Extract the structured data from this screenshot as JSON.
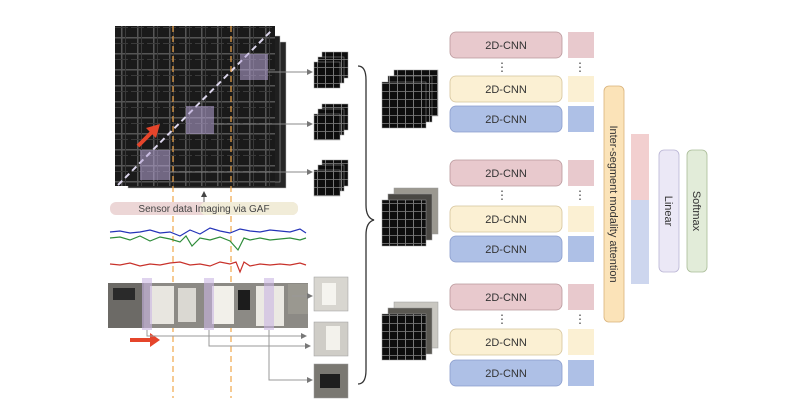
{
  "diagram": {
    "gaf_caption": "Sensor data Imaging via GAF",
    "cnn_label": "2D-CNN",
    "ellipsis": "⋮",
    "attention_label": "Inter-segment modality attention",
    "linear_label": "Linear",
    "softmax_label": "Softmax",
    "colors": {
      "cnn_pink": "#e8c9cd",
      "cnn_yellow": "#fbf0d3",
      "cnn_blue": "#aec0e6",
      "attention_fill": "#fbe3b8",
      "attention_stroke": "#d9b27a",
      "linear_fill": "#ebe8f6",
      "softmax_fill": "#e2ecd9",
      "signal_blue": "#2433b8",
      "signal_green": "#2e8c3a",
      "signal_red": "#c8312a",
      "arrow_red": "#e5452b",
      "dashed_orange": "#f0a64a"
    },
    "icons": [
      "red-arrow-icon",
      "dashed-marker-line-icon",
      "connector-arrow-icon",
      "segment-bracket-icon"
    ]
  }
}
